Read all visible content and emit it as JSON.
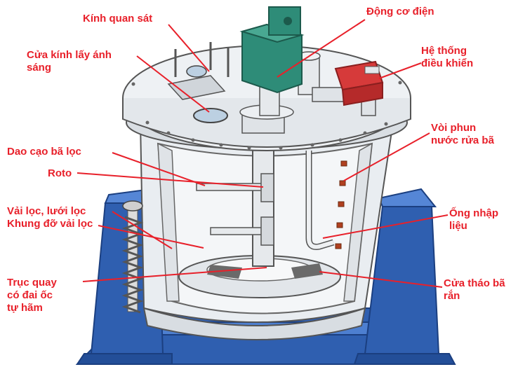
{
  "labels": {
    "kinh_quan_sat": [
      "Kính quan sát"
    ],
    "cua_kinh": [
      "Cửa kính lấy ánh",
      "sáng"
    ],
    "dong_co": [
      "Động cơ điện"
    ],
    "he_thong": [
      "Hệ thống",
      "điều khiển"
    ],
    "voi_phun": [
      "Vòi phun",
      "nước rửa bã"
    ],
    "dao_cao": [
      "Dao cạo bã lọc"
    ],
    "roto": [
      "Roto"
    ],
    "vai_loc": [
      "Vải lọc, lưới lọc",
      "Khung đỡ vải lọc"
    ],
    "ong_nhap": [
      "Ống nhập",
      "liệu"
    ],
    "truc_quay": [
      "Trục quay",
      "có đai ốc",
      "tự hãm"
    ],
    "cua_thao": [
      "Cửa tháo bã",
      "rắn"
    ]
  },
  "colors": {
    "label_text": "#e8202a",
    "leader_line": "#e8202a",
    "stand": "#2f5fb0",
    "motor": "#2e8c78",
    "control": "#d63a3a",
    "body": "#e9edf1"
  }
}
